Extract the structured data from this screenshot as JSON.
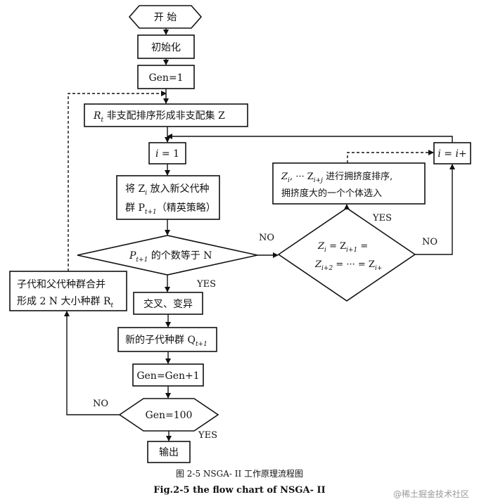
{
  "nodes": {
    "start": "开    始",
    "init": "初始化",
    "gen1": "Gen=1",
    "sort": {
      "r": "R",
      "r_sub": "t",
      "text": " 非支配排序形成非支配集 Z"
    },
    "i1": {
      "lhs": "i",
      "rhs": " = 1"
    },
    "elite": {
      "line1_a": "将 Z",
      "line1_sub": "i",
      "line1_b": " 放入新父代种",
      "line2_a": "群 P",
      "line2_sub": "t+1",
      "line2_b": "（精英策略）"
    },
    "count": {
      "p": "P",
      "p_sub": "t+1",
      "text": " 的个数等于 N"
    },
    "crowd": {
      "line1_a": "Z",
      "line1_sub1": "i",
      "line1_mid": ", ··· Z",
      "line1_sub2": "i+j",
      "line1_b": " 进行拥挤度排序,",
      "line2": "拥挤度大的一个个体选入"
    },
    "incr": {
      "lhs": "i",
      "rhs": " = i+"
    },
    "equal": {
      "line1": "Z",
      "line1_s1": "i",
      "line1_eq": " = Z",
      "line1_s2": "i+1",
      "line1_end": " =",
      "line2": "Z",
      "line2_s1": "i+2",
      "line2_eq": " = ··· = Z",
      "line2_s2": "i+"
    },
    "merge": {
      "line1": "子代和父代种群合并",
      "line2_a": "形成 2 N 大小种群 R",
      "line2_sub": "t"
    },
    "crossover": "交叉、变异",
    "offspring": {
      "text": "新的子代种群 Q",
      "sub": "t+1"
    },
    "genplus": "Gen=Gen+1",
    "gen100": "Gen=100",
    "output": "输出"
  },
  "labels": {
    "no_count": "NO",
    "yes_count": "YES",
    "yes_equal": "YES",
    "no_equal": "NO",
    "no_gen": "NO",
    "yes_gen": "YES"
  },
  "caption": {
    "cn": "图 2-5 NSGA- II 工作原理流程图",
    "en": "Fig.2-5 the flow chart of NSGA- II"
  },
  "watermark": "@稀土掘金技术社区"
}
